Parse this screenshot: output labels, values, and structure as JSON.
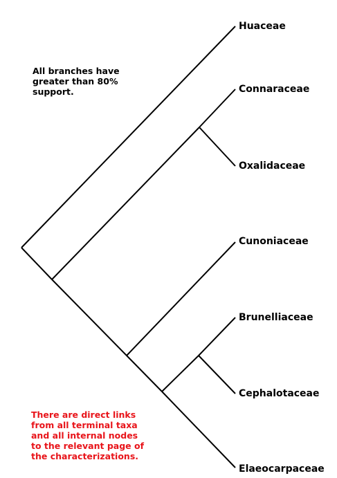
{
  "taxa": {
    "huaceae": "Huaceae",
    "connaraceae": "Connaraceae",
    "oxalidaceae": "Oxalidaceae",
    "cunoniaceae": "Cunoniaceae",
    "brunelliaceae": "Brunelliaceae",
    "cephalotaceae": "Cephalotaceae",
    "elaeocarpaceae": "Elaeocarpaceae"
  },
  "notes": {
    "support": "All branches have\ngreater than 80%\nsupport.",
    "links": "There are direct links\nfrom all terminal taxa\nand all internal nodes\nto the relevant page of\nthe characterizations."
  },
  "colors": {
    "branch": "#000000",
    "support_note": "#000000",
    "links_note": "#e8141a"
  }
}
